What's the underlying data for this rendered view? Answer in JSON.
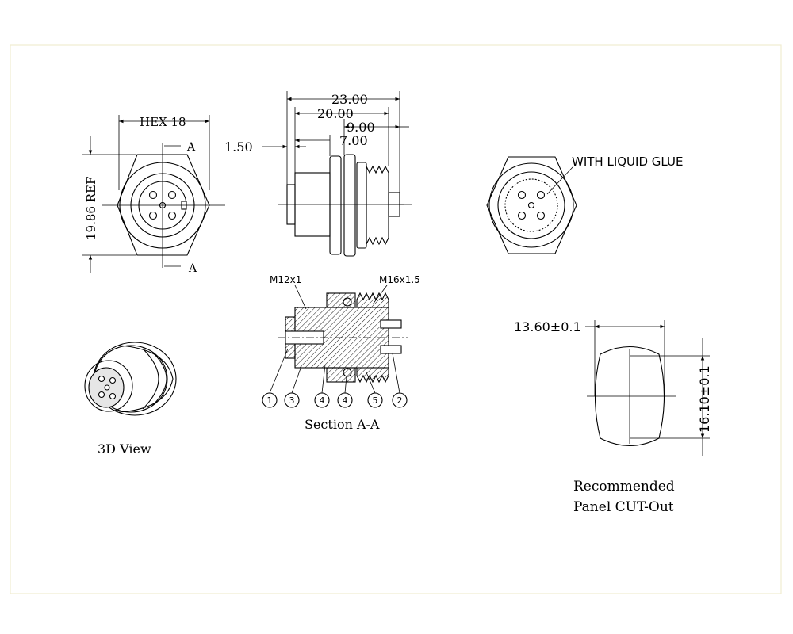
{
  "front_view": {
    "hex_label": "HEX 18",
    "section_mark_top": "A",
    "section_mark_bottom": "A",
    "ref_dim": "19.86 REF"
  },
  "side_view": {
    "dim_overall": "23.00",
    "dim_body": "20.00",
    "dim_thread": "9.00",
    "dim_flange_gap": "7.00",
    "dim_flange": "1.50"
  },
  "glue_view": {
    "note": "WITH LIQUID GLUE"
  },
  "section_view": {
    "thread_left": "M12x1",
    "thread_right": "M16x1.5",
    "callouts": [
      "1",
      "3",
      "4",
      "4",
      "5",
      "2"
    ],
    "caption": "Section A-A"
  },
  "view_3d": {
    "caption": "3D View"
  },
  "cutout": {
    "width_dim": "13.60±0.1",
    "height_dim": "16.10±0.1",
    "caption_line1": "Recommended",
    "caption_line2": "Panel CUT-Out"
  },
  "colors": {
    "border": "#f1ecd0",
    "line": "#000000"
  }
}
